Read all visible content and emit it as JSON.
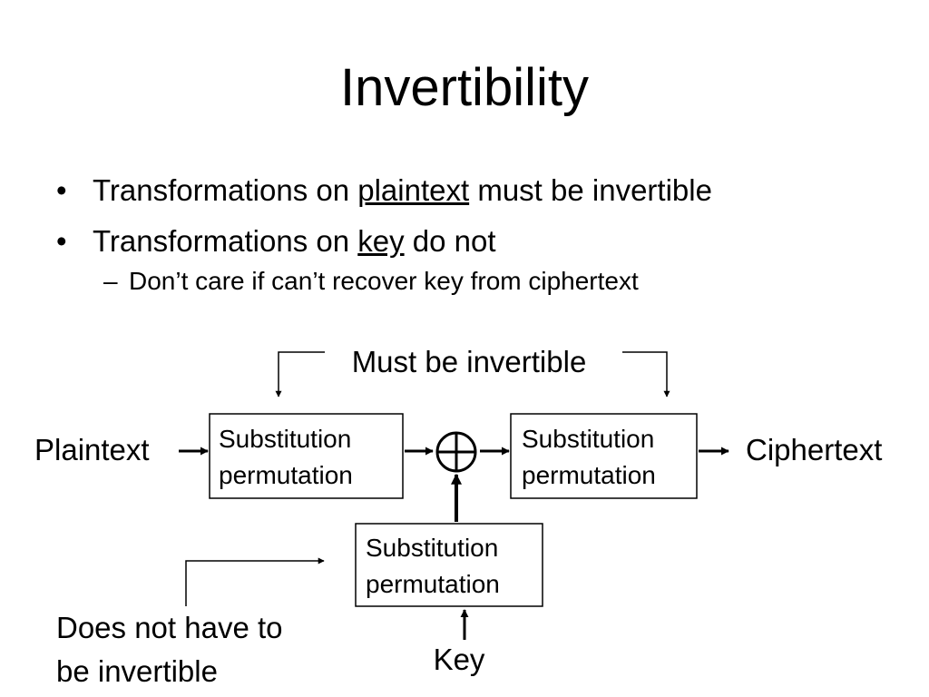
{
  "title": "Invertibility",
  "bullets": [
    {
      "prefix": "Transformations on ",
      "emphasis": "plaintext",
      "suffix": " must be invertible"
    },
    {
      "prefix": "Transformations on ",
      "emphasis": "key",
      "suffix": " do not"
    }
  ],
  "sub_bullets": [
    {
      "text": "Don’t care if can’t recover key from ciphertext"
    }
  ],
  "bullet_glyph": "•",
  "sub_bullet_glyph": "–",
  "diagram": {
    "must_label": "Must be invertible",
    "plaintext_label": "Plaintext",
    "ciphertext_label": "Ciphertext",
    "key_label": "Key",
    "not_invertible_line1": "Does not have to",
    "not_invertible_line2": "be invertible",
    "xor_symbol": "⊕",
    "boxes": [
      {
        "line1": "Substitution",
        "line2": "permutation"
      },
      {
        "line1": "Substitution",
        "line2": "permutation"
      },
      {
        "line1": "Substitution",
        "line2": "permutation"
      }
    ]
  }
}
